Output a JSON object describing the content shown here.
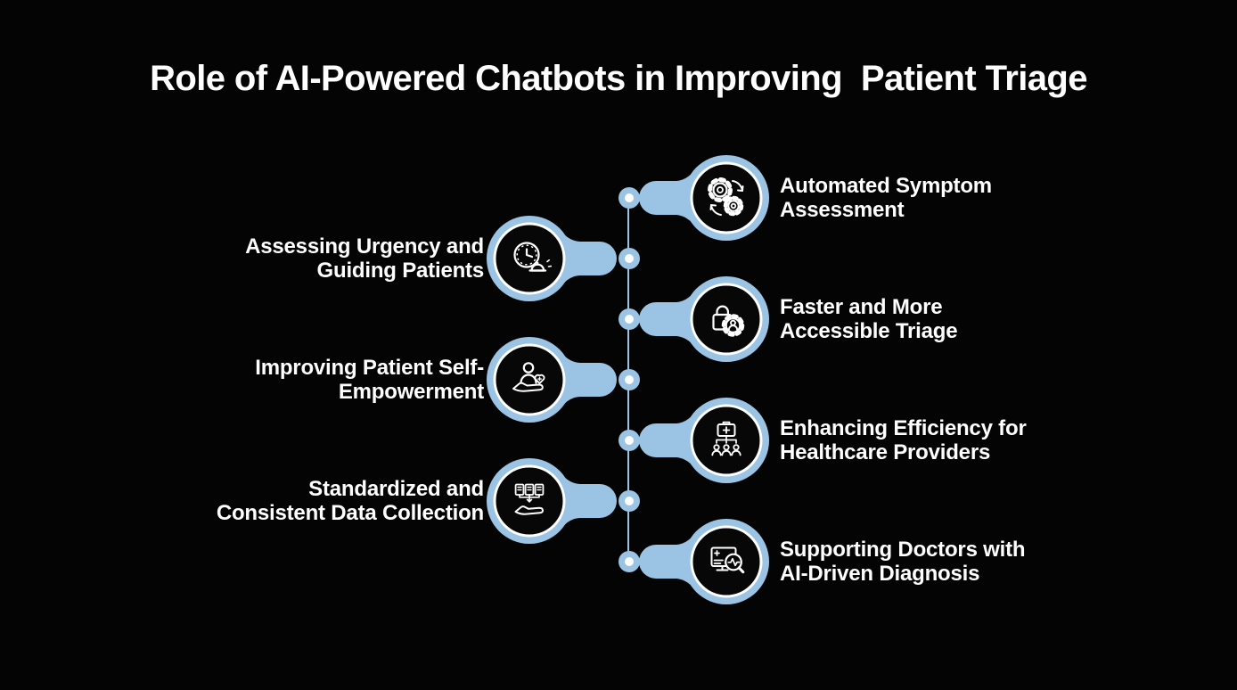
{
  "title": "Role of AI-Powered Chatbots in Improving  Patient Triage",
  "colors": {
    "background": "#040404",
    "accent_blue": "#9bc4e4",
    "text": "#ffffff",
    "node_inner": "#070707",
    "ring": "#ffffff"
  },
  "timeline": {
    "nodes": [
      {
        "id": "automated-symptom-assessment",
        "side": "right",
        "icon": "gears-sync-icon",
        "lines": [
          "Automated Symptom",
          "Assessment"
        ]
      },
      {
        "id": "assessing-urgency-guiding-patients",
        "side": "left",
        "icon": "clock-alarm-icon",
        "lines": [
          "Assessing Urgency and",
          "Guiding Patients"
        ]
      },
      {
        "id": "faster-accessible-triage",
        "side": "right",
        "icon": "lock-user-gear-icon",
        "lines": [
          "Faster and More",
          "Accessible Triage"
        ]
      },
      {
        "id": "improving-patient-self-empowerment",
        "side": "left",
        "icon": "hand-patient-heart-icon",
        "lines": [
          "Improving Patient Self-",
          "Empowerment"
        ]
      },
      {
        "id": "enhancing-efficiency-healthcare-providers",
        "side": "right",
        "icon": "medkit-team-icon",
        "lines": [
          "Enhancing Efficiency for",
          "Healthcare Providers"
        ]
      },
      {
        "id": "standardized-consistent-data-collection",
        "side": "left",
        "icon": "books-hand-icon",
        "lines": [
          "Standardized and",
          "Consistent Data Collection"
        ]
      },
      {
        "id": "supporting-doctors-ai-diagnosis",
        "side": "right",
        "icon": "monitor-diagnosis-icon",
        "lines": [
          "Supporting Doctors with",
          "AI-Driven Diagnosis"
        ]
      }
    ]
  }
}
